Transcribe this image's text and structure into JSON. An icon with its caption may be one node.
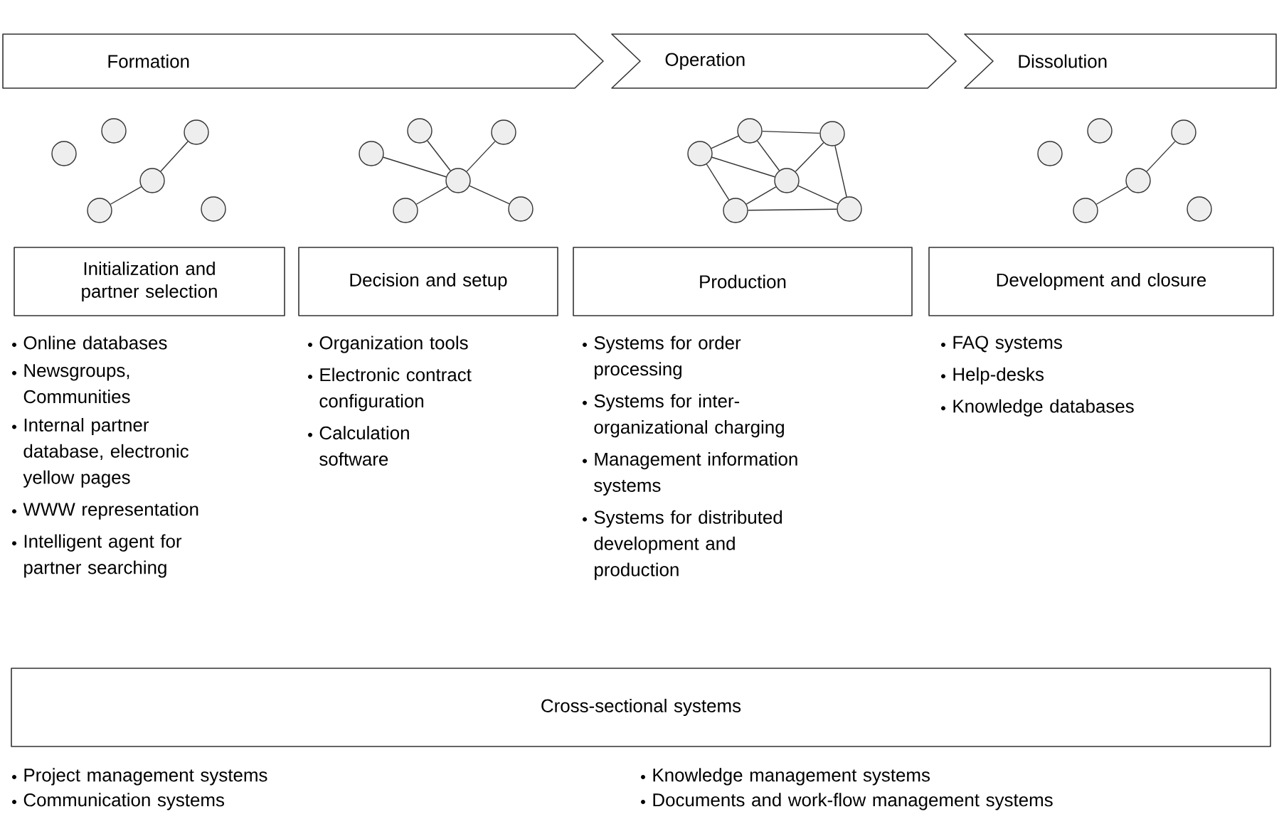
{
  "diagram": {
    "nodes": [
      {
        "text": [
          "Formation"
        ]
      },
      {
        "text": [
          "Operation"
        ]
      },
      {
        "text": [
          "Dissolution"
        ]
      },
      {
        "text": [],
        "shape": "circle"
      },
      {
        "text": [],
        "shape": "circle"
      },
      {
        "text": [],
        "shape": "circle"
      },
      {
        "text": [],
        "shape": "circle"
      },
      {
        "text": [],
        "shape": "circle"
      },
      {
        "text": [],
        "shape": "circle"
      },
      {
        "text": [],
        "shape": "circle"
      },
      {
        "text": [],
        "shape": "circle"
      },
      {
        "text": [],
        "shape": "circle"
      },
      {
        "text": [],
        "shape": "circle"
      },
      {
        "text": [],
        "shape": "circle"
      },
      {
        "text": [],
        "shape": "circle"
      },
      {
        "text": [],
        "shape": "circle"
      },
      {
        "text": [],
        "shape": "circle"
      },
      {
        "text": [],
        "shape": "circle"
      },
      {
        "text": [],
        "shape": "circle"
      },
      {
        "text": [],
        "shape": "circle"
      },
      {
        "text": [],
        "shape": "circle"
      },
      {
        "text": [],
        "shape": "circle"
      },
      {
        "text": [],
        "shape": "circle"
      },
      {
        "text": [],
        "shape": "circle"
      },
      {
        "text": [],
        "shape": "circle"
      },
      {
        "text": [],
        "shape": "circle"
      },
      {
        "text": [],
        "shape": "circle"
      },
      {
        "text": [
          "Initialization and partner selection"
        ],
        "beside": [
          "Online databases",
          "Newsgroups, Communities",
          "Internal partner database, electronic yellow pages",
          "WWW representation",
          "Intelligent agent for partner searching"
        ]
      },
      {
        "text": [
          "Decision and setup"
        ],
        "beside": [
          "Organization tools",
          "Electronic contract configuration",
          "Calculation software"
        ]
      },
      {
        "text": [
          "Production"
        ],
        "beside": [
          "Systems for order processing",
          "Systems for inter-organizational charging",
          "Management information systems",
          "Systems for distributed development and production"
        ]
      },
      {
        "text": [
          "Development and closure"
        ],
        "beside": [
          "FAQ systems",
          "Help-desks",
          "Knowledge databases"
        ]
      },
      {
        "text": [
          "Cross-sectional systems"
        ],
        "beside": [
          "Project management systems",
          "Communication systems",
          "Knowledge management systems",
          "Documents and work-flow management systems"
        ]
      }
    ],
    "edges": [
      {
        "from": 5,
        "to": 6,
        "arrow": "none"
      },
      {
        "from": 6,
        "to": 7,
        "arrow": "none"
      },
      {
        "from": 12,
        "to": 9,
        "arrow": "none"
      },
      {
        "from": 12,
        "to": 10,
        "arrow": "none"
      },
      {
        "from": 12,
        "to": 11,
        "arrow": "none"
      },
      {
        "from": 12,
        "to": 13,
        "arrow": "none"
      },
      {
        "from": 12,
        "to": 14,
        "arrow": "none"
      },
      {
        "from": 15,
        "to": 16,
        "arrow": "none"
      },
      {
        "from": 16,
        "to": 17,
        "arrow": "none"
      },
      {
        "from": 15,
        "to": 18,
        "arrow": "none"
      },
      {
        "from": 15,
        "to": 19,
        "arrow": "none"
      },
      {
        "from": 16,
        "to": 18,
        "arrow": "none"
      },
      {
        "from": 17,
        "to": 18,
        "arrow": "none"
      },
      {
        "from": 17,
        "to": 20,
        "arrow": "none"
      },
      {
        "from": 18,
        "to": 19,
        "arrow": "none"
      },
      {
        "from": 18,
        "to": 20,
        "arrow": "none"
      },
      {
        "from": 19,
        "to": 20,
        "arrow": "none"
      },
      {
        "from": 23,
        "to": 24,
        "arrow": "none"
      },
      {
        "from": 24,
        "to": 25,
        "arrow": "none"
      }
    ]
  }
}
